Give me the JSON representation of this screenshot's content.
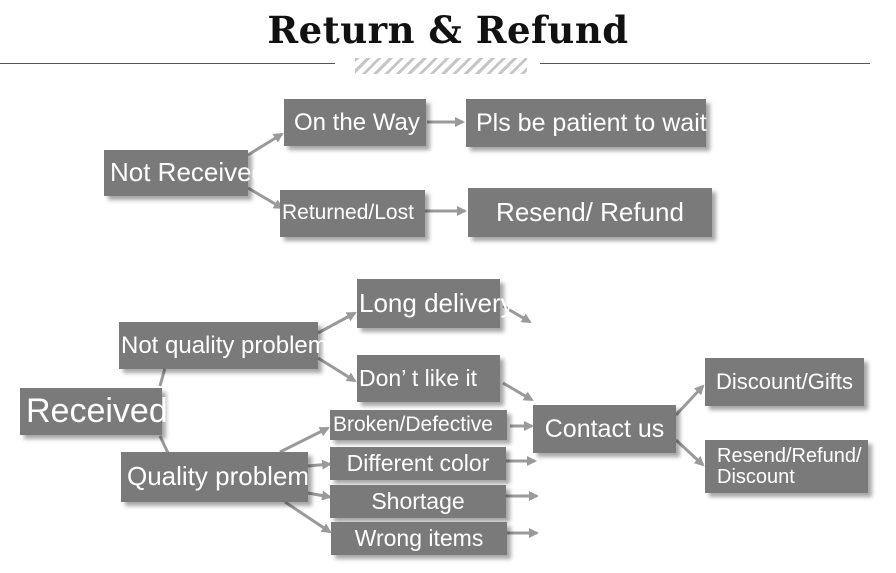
{
  "title": "Return & Refund",
  "colors": {
    "box": "#7a7a7a",
    "box_text": "#ffffff",
    "arrow": "#9a9a9a"
  },
  "nodes": {
    "not_received": "Not Received",
    "on_the_way": "On the Way",
    "pls_wait": "Pls be patient to wait",
    "returned_lost": "Returned/Lost",
    "resend_refund": "Resend/ Refund",
    "received": "Received",
    "not_quality_problem": "Not quality problem",
    "long_delivery": "Long delivery",
    "dont_like_it": "Don’ t like it",
    "quality_problem": "Quality problem",
    "broken_defective": "Broken/Defective",
    "different_color": "Different color",
    "shortage": "Shortage",
    "wrong_items": "Wrong items",
    "contact_us": "Contact us",
    "discount_gifts": "Discount/Gifts",
    "resend_refund_discount": "Resend/Refund/ Discount"
  }
}
